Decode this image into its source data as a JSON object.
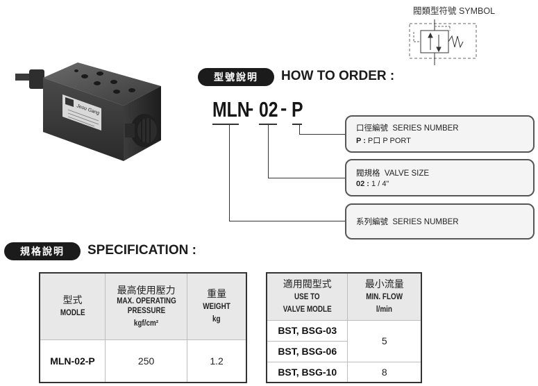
{
  "symbol": {
    "title": "閥類型符號 SYMBOL"
  },
  "product": {
    "brand_label": "Jeou Gang",
    "icon": "valve-product-photo"
  },
  "how_to_order": {
    "title_zh": "型號說明",
    "title_en": "HOW TO ORDER :",
    "code_parts": [
      "MLN",
      "02",
      "P"
    ],
    "code_separators": [
      "-",
      "-"
    ],
    "callouts": [
      {
        "line1_zh": "口徑編號",
        "line1_en": "SERIES NUMBER",
        "line2_key": "P :",
        "line2_value": "P口  P PORT"
      },
      {
        "line1_zh": "閥規格",
        "line1_en": "VALVE SIZE",
        "line2_key": "02 :",
        "line2_value": "1 / 4\""
      },
      {
        "line1_zh": "系列編號",
        "line1_en": "SERIES NUMBER"
      }
    ]
  },
  "specification": {
    "title_zh": "規格說明",
    "title_en": "SPECIFICATION :",
    "table1": {
      "headers": [
        {
          "zh": "型式",
          "en": "MODLE"
        },
        {
          "zh": "最高使用壓力",
          "en": "MAX. OPERATING PRESSURE",
          "unit": "kgf/cm²"
        },
        {
          "zh": "重量",
          "en": "WEIGHT",
          "unit": "kg"
        }
      ],
      "rows": [
        {
          "model": "MLN-02-P",
          "pressure": "250",
          "weight": "1.2"
        }
      ]
    },
    "table2": {
      "headers": [
        {
          "zh": "適用閥型式",
          "en_line1": "USE TO",
          "en_line2": "VALVE MODLE"
        },
        {
          "zh": "最小流量",
          "en_line1": "MIN. FLOW",
          "en_line2": "l/min"
        }
      ],
      "rows": [
        {
          "model": "BST, BSG-03"
        },
        {
          "model": "BST, BSG-06"
        },
        {
          "model": "BST, BSG-10"
        }
      ],
      "flow_values": [
        "5",
        "8"
      ]
    }
  }
}
